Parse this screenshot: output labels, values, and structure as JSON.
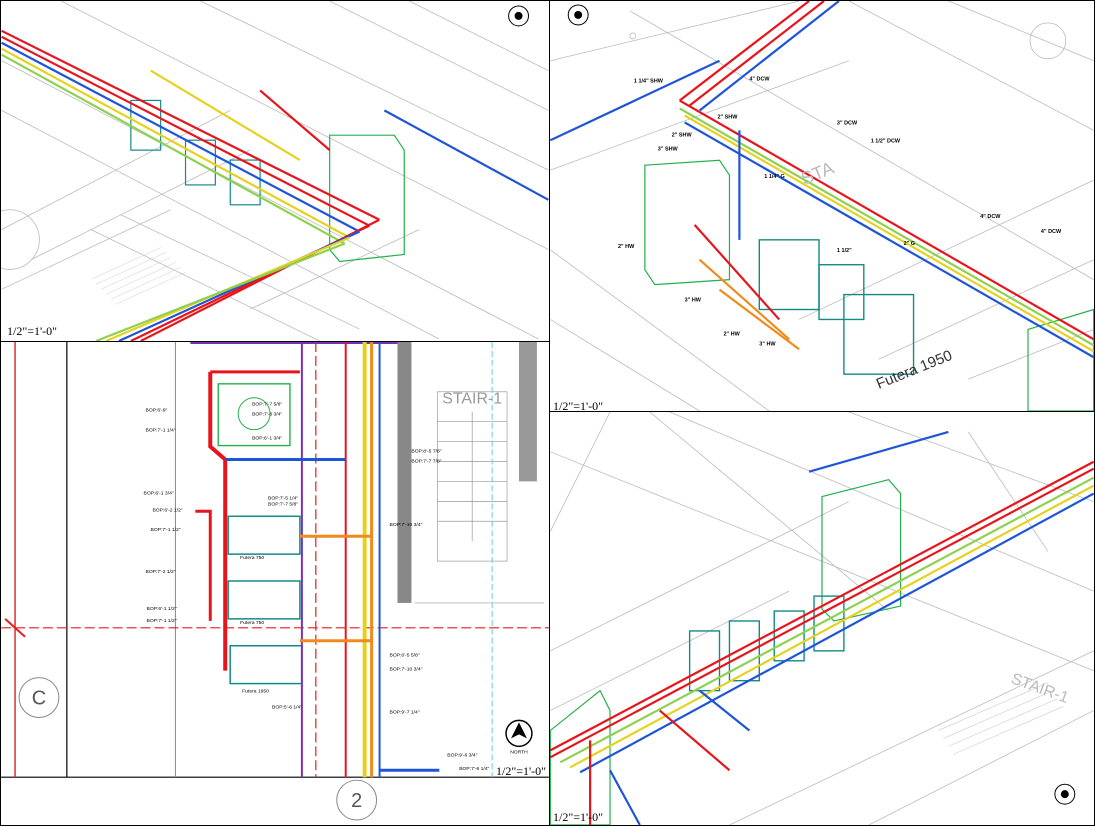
{
  "views": {
    "iso_top_left": {
      "scale": "1/2\"=1'-0\""
    },
    "iso_top_right": {
      "scale": "1/2\"=1'-0\"",
      "room_label": "Futera 1950",
      "stair_label": "STA",
      "pipe_labels": [
        "1 1/4\" SHW",
        "4\" DCW",
        "2\" SHW",
        "3\" DCW",
        "2\" SHW",
        "1 1/2\" DCW",
        "3\" SHW",
        "1 1/4\" G",
        "1 1/2\"",
        "2\" G",
        "4\" DCW",
        "4\" DCW",
        "2\" HW",
        "3\" HW",
        "2\" HW",
        "3\" HW"
      ]
    },
    "plan_bottom_left": {
      "scale": "1/2\"=1'-0\"",
      "stair_label": "STAIR-1",
      "grid_c": "C",
      "grid_2": "2",
      "north_label": "NORTH",
      "equipment": [
        "Futera 750",
        "Futera 750",
        "Futera 1950"
      ],
      "bop_labels": [
        "BOP:6'-9\"",
        "BOP:7'-1 1/4\"",
        "BOP:6'-1 3/4\"",
        "BOP:6'-2 1/2\"",
        "BOP:7'-1 1/2\"",
        "BOP:7'-2 1/2\"",
        "BOP:6'-1 1/2\"",
        "BOP:7'-1 1/2\"",
        "BOP:7'-7 5/8\"",
        "BOP:7'-8 3/4\"",
        "BOP:6'-1 3/4\"",
        "BOP:8'-5 7/8\"",
        "BOP:7'-7 7/8\"",
        "BOP:7'-5 1/4\"",
        "BOP:7'-7 5/8\"",
        "BOP:7'-10 3/4\"",
        "BOP:6'-5 5/8\"",
        "BOP:7'-10 3/4\"",
        "BOP:9'-7 1/4\"",
        "BOP:5'-6 1/4\"",
        "BOP:9'-6 3/4\"",
        "BOP:7'-6 1/4\""
      ]
    },
    "iso_bottom_right": {
      "scale": "1/2\"=1'-0\"",
      "stair_label": "STAIR-1"
    }
  },
  "colors": {
    "hot_water": "#e8141c",
    "cold_water": "#1e55d8",
    "gas": "#e6d21e",
    "recirc": "#8fd14f",
    "equipment": "#138a86",
    "enclosure": "#22b14c",
    "orange": "#f08a1c",
    "purple": "#7a2fb5",
    "grid": "#e81c1c"
  }
}
